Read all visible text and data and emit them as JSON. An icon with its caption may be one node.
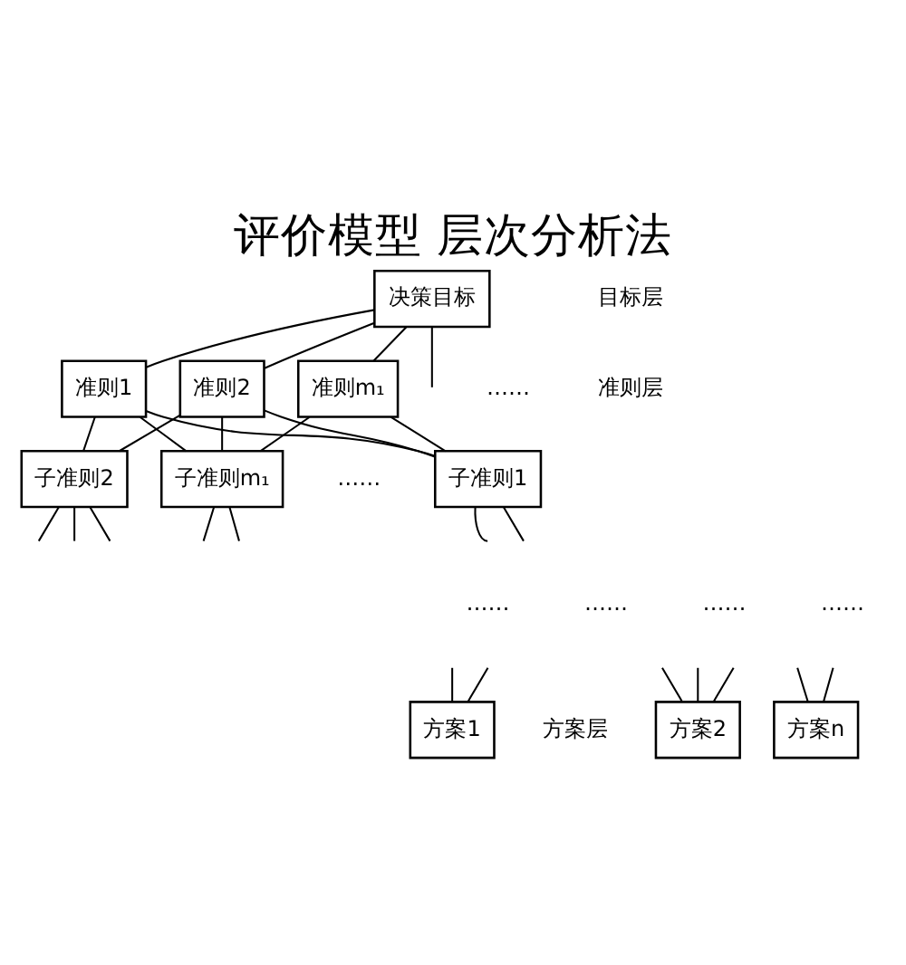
{
  "diagram": {
    "title": "评价模型 层次分析法",
    "nodes": [
      {
        "text": [
          "决策目标"
        ]
      },
      {
        "text": [
          "准则1"
        ]
      },
      {
        "text": [
          "准则2"
        ]
      },
      {
        "text": [
          "准则m₁"
        ]
      },
      {
        "text": [
          "子准则1"
        ]
      },
      {
        "text": [
          "子准则2"
        ]
      },
      {
        "text": [
          "子准则m₁"
        ]
      },
      {
        "text": [
          "方案1"
        ]
      },
      {
        "text": [
          "方案2"
        ]
      },
      {
        "text": [
          "方案n"
        ]
      }
    ],
    "edges": [
      {
        "from": 0,
        "to": 1,
        "arrow": "none"
      },
      {
        "from": 0,
        "to": 2,
        "arrow": "none"
      },
      {
        "from": 0,
        "to": null,
        "arrow": "none"
      },
      {
        "from": 0,
        "to": 3,
        "arrow": "none"
      },
      {
        "from": 1,
        "to": 4,
        "arrow": "none"
      },
      {
        "from": 1,
        "to": 5,
        "arrow": "none"
      },
      {
        "from": 1,
        "to": 6,
        "arrow": "none"
      },
      {
        "from": 2,
        "to": 4,
        "arrow": "none"
      },
      {
        "from": 2,
        "to": 5,
        "arrow": "none"
      },
      {
        "from": 2,
        "to": 6,
        "arrow": "none"
      },
      {
        "from": 3,
        "to": 4,
        "arrow": "none"
      },
      {
        "from": 3,
        "to": 6,
        "arrow": "none"
      },
      {
        "from": 4,
        "to": null,
        "arrow": "none"
      },
      {
        "from": 4,
        "to": null,
        "arrow": "none"
      },
      {
        "from": 5,
        "to": null,
        "arrow": "none"
      },
      {
        "from": 5,
        "to": null,
        "arrow": "none"
      },
      {
        "from": 5,
        "to": null,
        "arrow": "none"
      },
      {
        "from": 6,
        "to": null,
        "arrow": "none"
      },
      {
        "from": 6,
        "to": null,
        "arrow": "none"
      },
      {
        "from": null,
        "to": 7,
        "arrow": "none"
      },
      {
        "from": null,
        "to": 7,
        "arrow": "none"
      },
      {
        "from": null,
        "to": 8,
        "arrow": "none"
      },
      {
        "from": null,
        "to": 8,
        "arrow": "none"
      },
      {
        "from": null,
        "to": 8,
        "arrow": "none"
      },
      {
        "from": null,
        "to": 9,
        "arrow": "none"
      },
      {
        "from": null,
        "to": 9,
        "arrow": "none"
      }
    ],
    "labels": [
      "目标层",
      "准则层",
      "……",
      "……",
      "……",
      "……",
      "……",
      "……",
      "方案层"
    ]
  }
}
